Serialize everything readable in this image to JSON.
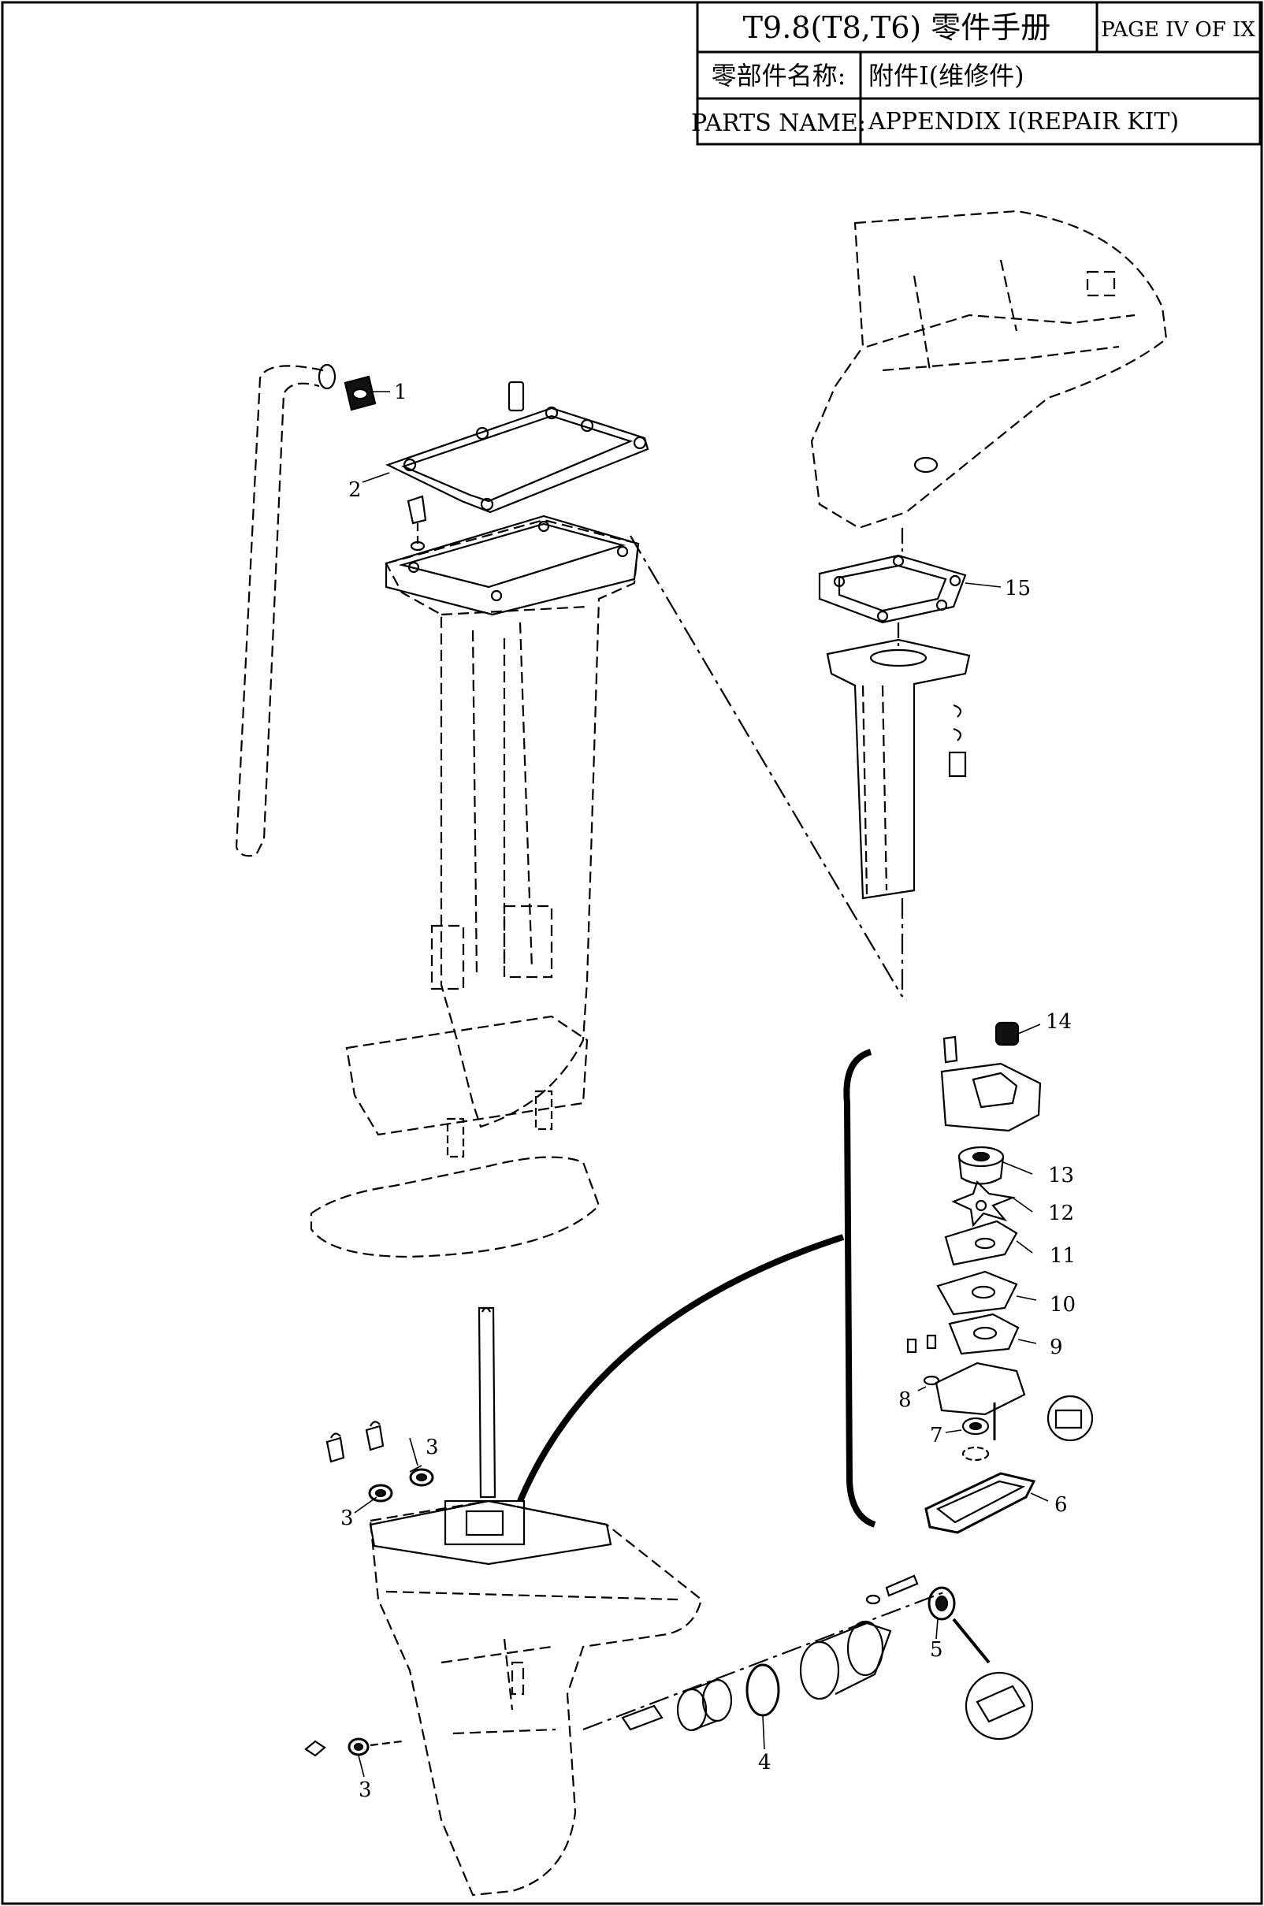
{
  "header": {
    "title": "T9.8(T8,T6) 零件手册",
    "page": "PAGE IV OF IX",
    "name_label_cn": "零部件名称:",
    "name_value_cn": "附件Ⅰ(维修件)",
    "name_label_en": "PARTS NAME:",
    "name_value_en": "APPENDIX Ⅰ(REPAIR KIT)"
  },
  "callouts": {
    "c1": "1",
    "c2": "2",
    "c3a": "3",
    "c3b": "3",
    "c3c": "3",
    "c4": "4",
    "c5": "5",
    "c6": "6",
    "c7": "7",
    "c8": "8",
    "c9": "9",
    "c10": "10",
    "c11": "11",
    "c12": "12",
    "c13": "13",
    "c14": "14",
    "c15": "15"
  },
  "colors": {
    "ink": "#000000",
    "paper": "#ffffff"
  }
}
